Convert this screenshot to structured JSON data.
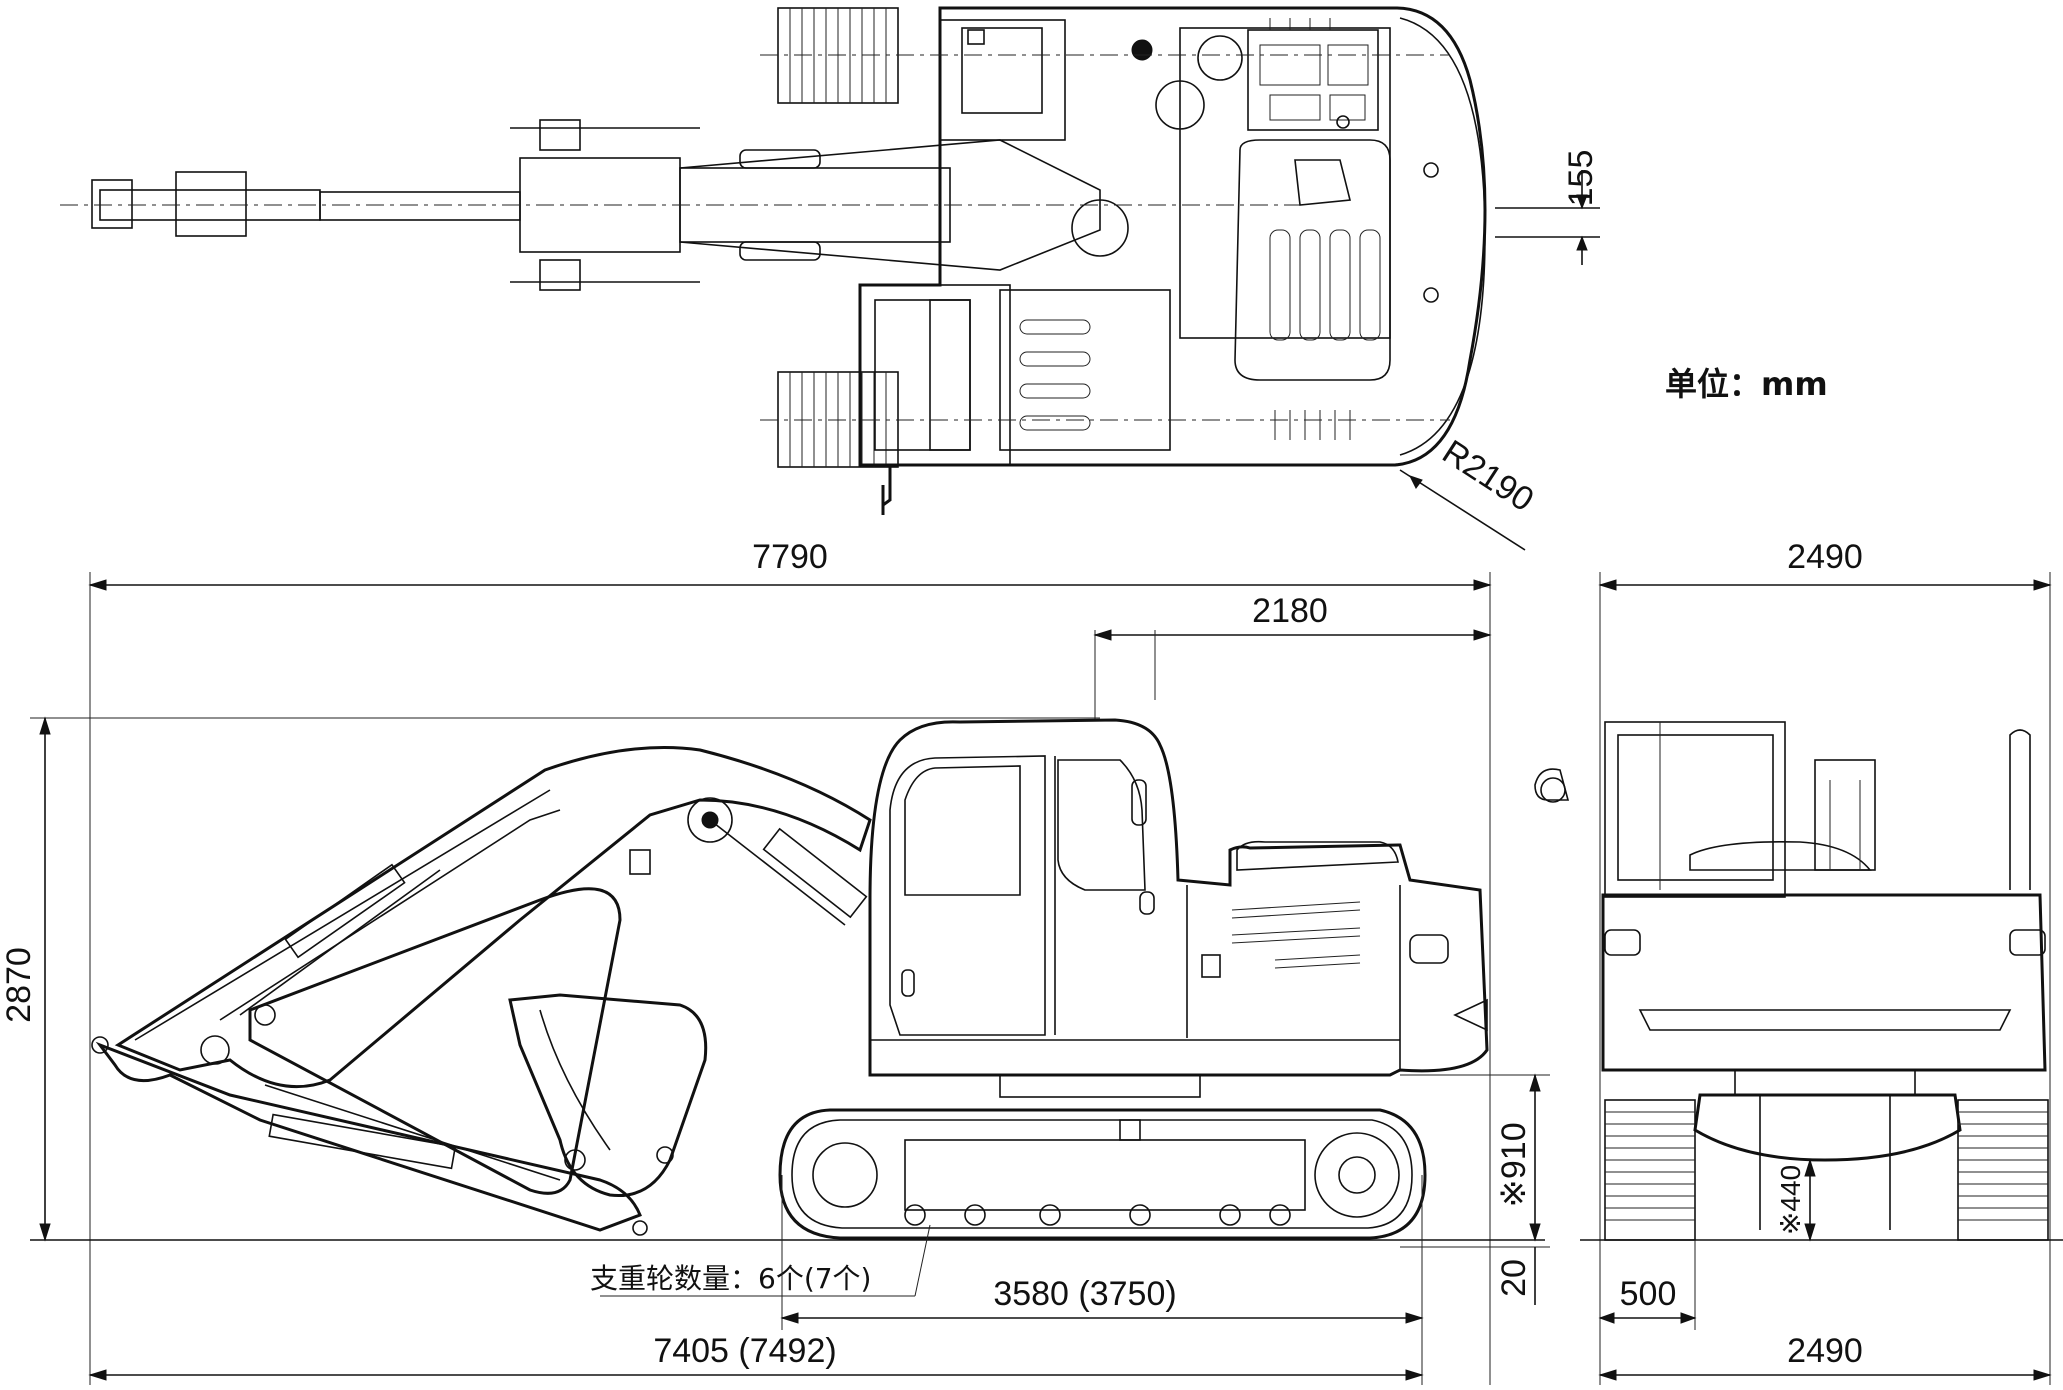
{
  "unit_label": "单位：mm",
  "dimensions": {
    "overall_length": "7790",
    "tail_length": "2180",
    "top_offset": "155",
    "swing_radius": "R2190",
    "overall_height": "2870",
    "track_height": "※910",
    "ground_clearance_gap": "20",
    "tumbler_distance": "3580 (3750)",
    "track_length": "7405 (7492)",
    "width_top": "2490",
    "width_bottom": "2490",
    "shoe_width": "500",
    "min_ground_clearance": "※440"
  },
  "notes": {
    "track_roller_count": "支重轮数量：6个(7个)"
  }
}
